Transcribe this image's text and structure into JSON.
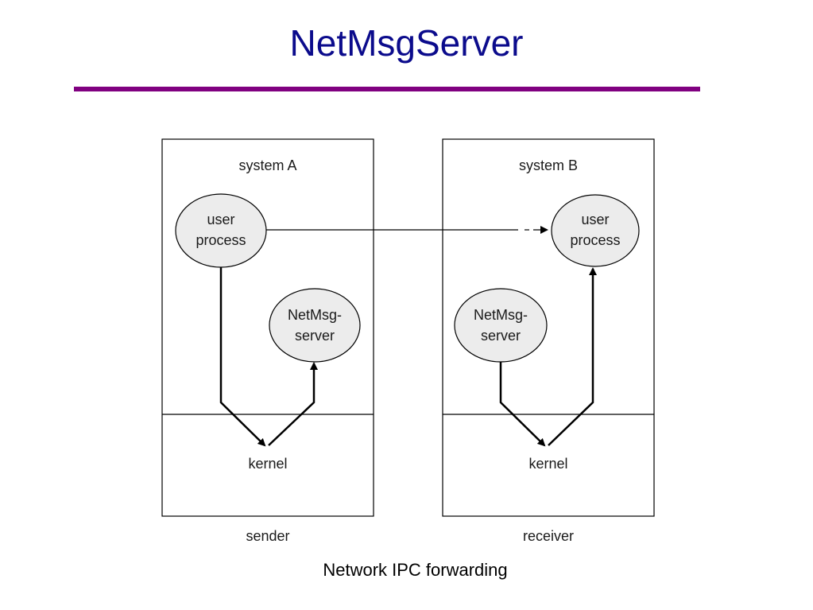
{
  "slide": {
    "title": "NetMsgServer",
    "caption": "Network IPC forwarding"
  },
  "colors": {
    "title": "#0b0b8c",
    "rule": "#800080",
    "node_fill": "#ececec",
    "stroke": "#000000"
  },
  "diagram": {
    "system_a": {
      "label": "system A",
      "user_process": [
        "user",
        "process"
      ],
      "netmsg_server": [
        "NetMsg-",
        "server"
      ],
      "kernel": "kernel",
      "role": "sender"
    },
    "system_b": {
      "label": "system B",
      "user_process": [
        "user",
        "process"
      ],
      "netmsg_server": [
        "NetMsg-",
        "server"
      ],
      "kernel": "kernel",
      "role": "receiver"
    }
  }
}
